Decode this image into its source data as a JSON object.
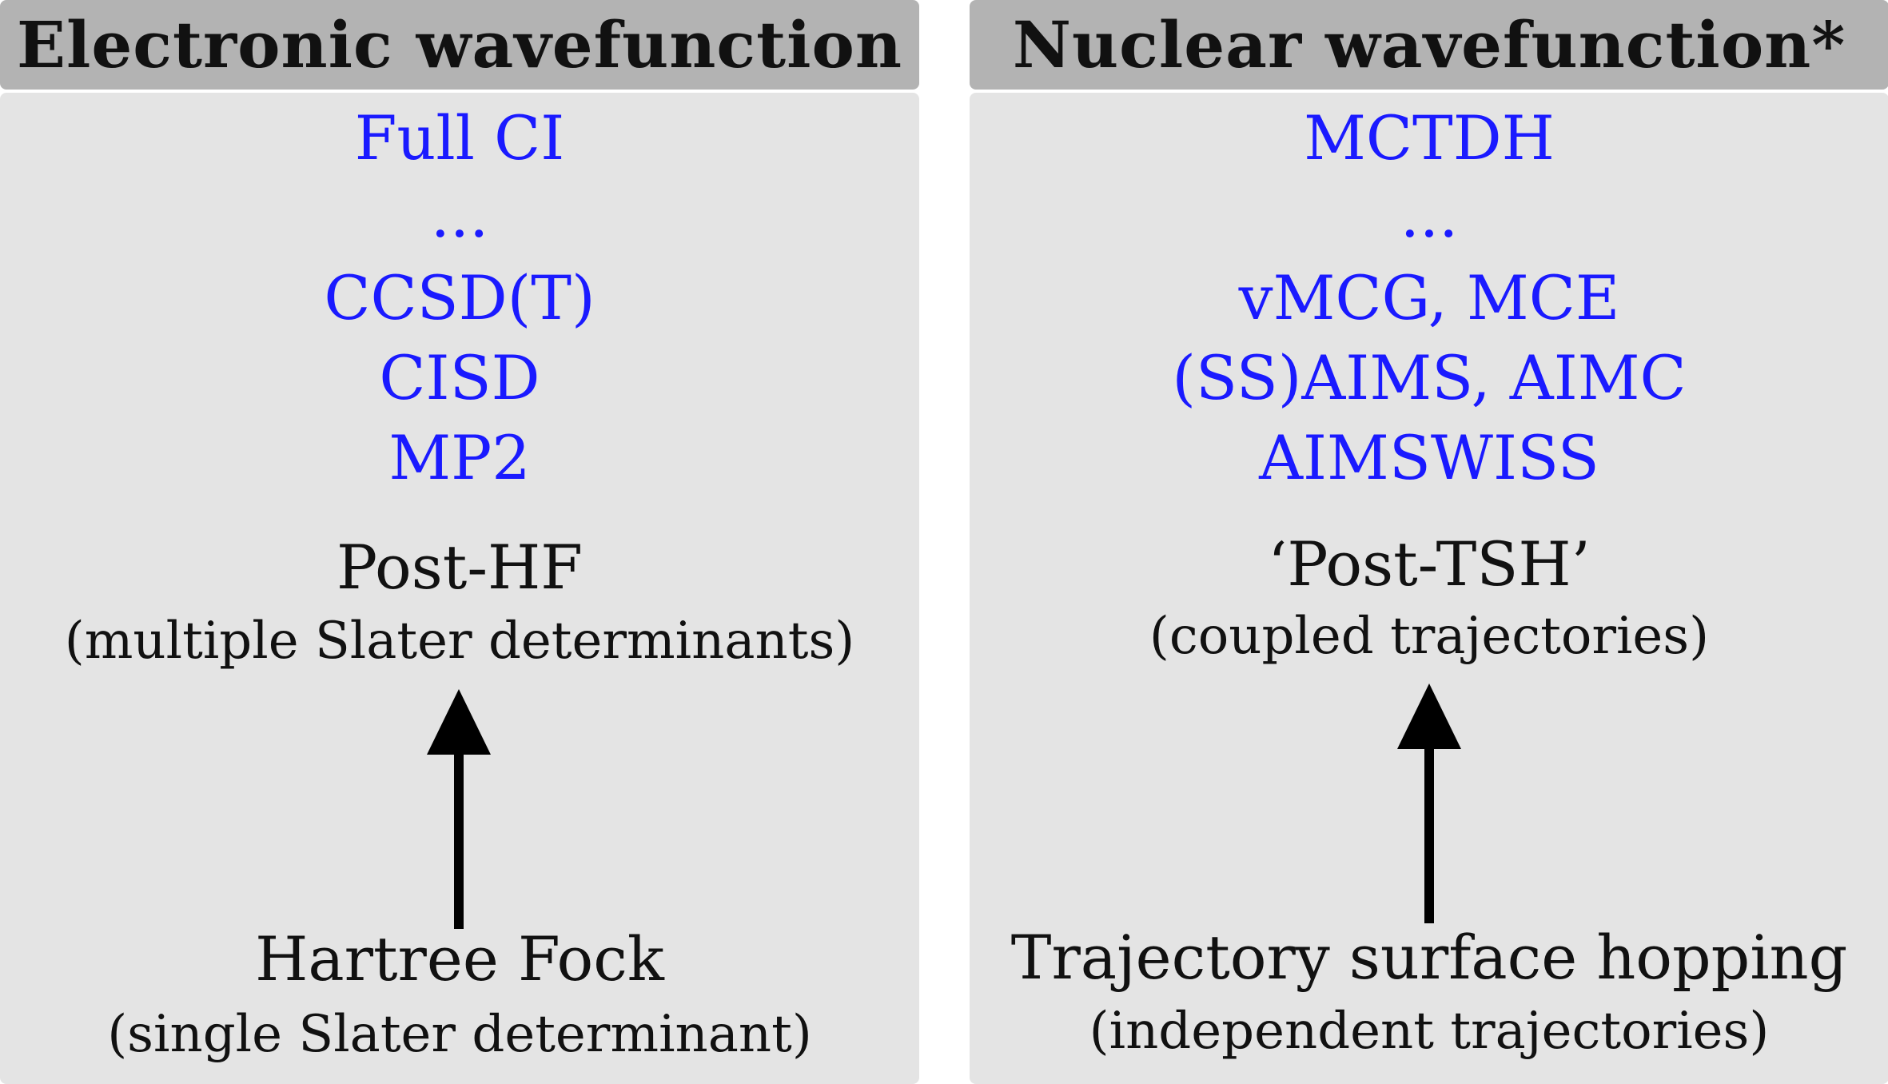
{
  "electronic": {
    "title": "Electronic wavefunction",
    "methods": [
      "Full CI",
      "...",
      "CCSD(T)",
      "CISD",
      "MP2"
    ],
    "upper_label": "Post-HF",
    "upper_sublabel": "(multiple Slater determinants)",
    "lower_label": "Hartree Fock",
    "lower_sublabel": "(single Slater determinant)"
  },
  "nuclear": {
    "title": "Nuclear wavefunction*",
    "methods": [
      "MCTDH",
      "...",
      "vMCG, MCE",
      "(SS)AIMS, AIMC",
      "AIMSWISS"
    ],
    "upper_label": "‘Post-TSH’",
    "upper_sublabel": "(coupled trajectories)",
    "lower_label": "Trajectory surface hopping",
    "lower_sublabel": "(independent trajectories)"
  },
  "colors": {
    "header_bg": "#b3b3b3",
    "panel_bg": "#e4e4e4",
    "method_text": "#1a1aff",
    "text": "#111111"
  }
}
